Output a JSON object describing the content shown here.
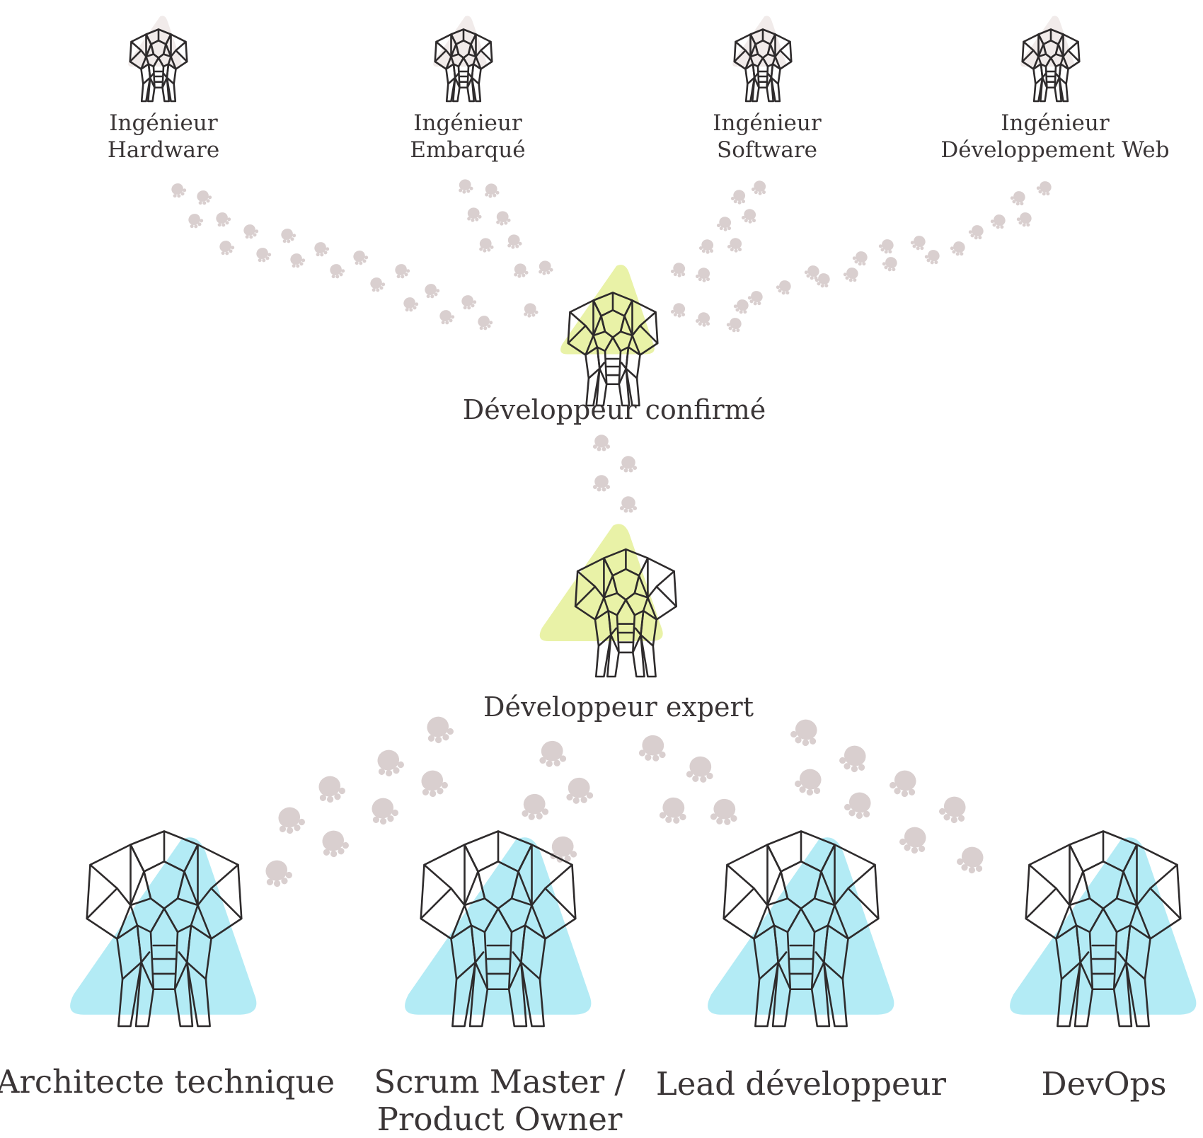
{
  "colors": {
    "paw": "#d9cfcf",
    "outline": "#2e2b2c",
    "top_triangle": "#f1ebea",
    "mid_triangle": "#e9f2a7",
    "bottom_triangle": "#b3ebf5"
  },
  "top_roles": [
    {
      "line1": "Ingénieur",
      "line2": "Hardware"
    },
    {
      "line1": "Ingénieur",
      "line2": "Embarqué"
    },
    {
      "line1": "Ingénieur",
      "line2": "Software"
    },
    {
      "line1": "Ingénieur",
      "line2": "Développement Web"
    }
  ],
  "middle_roles": [
    {
      "label": "Développeur confirmé"
    },
    {
      "label": "Développeur expert"
    }
  ],
  "bottom_roles": [
    {
      "line1": "Architecte technique",
      "line2": ""
    },
    {
      "line1": "Scrum Master /",
      "line2": "Product Owner"
    },
    {
      "line1": "Lead développeur",
      "line2": ""
    },
    {
      "line1": "DevOps",
      "line2": ""
    }
  ]
}
